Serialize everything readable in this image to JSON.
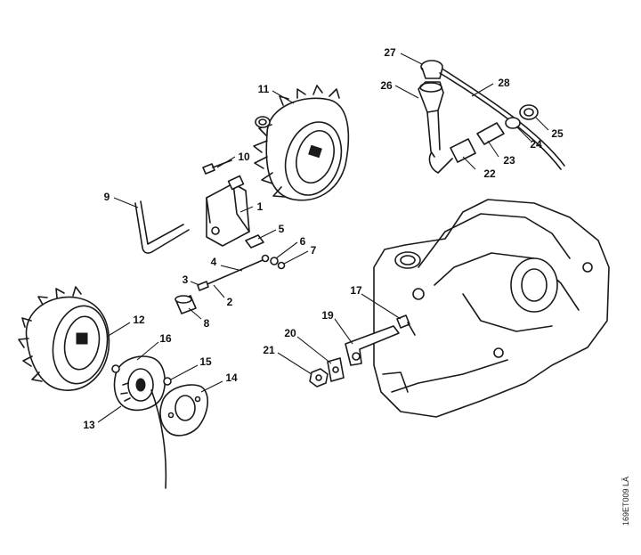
{
  "drawing": {
    "reference_code": "169ET009 LÄ"
  },
  "callouts": [
    {
      "id": "c1",
      "label": "1"
    },
    {
      "id": "c2",
      "label": "2"
    },
    {
      "id": "c3",
      "label": "3"
    },
    {
      "id": "c4",
      "label": "4"
    },
    {
      "id": "c5",
      "label": "5"
    },
    {
      "id": "c6",
      "label": "6"
    },
    {
      "id": "c7",
      "label": "7"
    },
    {
      "id": "c8",
      "label": "8"
    },
    {
      "id": "c9",
      "label": "9"
    },
    {
      "id": "c10",
      "label": "10"
    },
    {
      "id": "c11",
      "label": "11"
    },
    {
      "id": "c12",
      "label": "12"
    },
    {
      "id": "c13",
      "label": "13"
    },
    {
      "id": "c14",
      "label": "14"
    },
    {
      "id": "c15",
      "label": "15"
    },
    {
      "id": "c16",
      "label": "16"
    },
    {
      "id": "c17",
      "label": "17"
    },
    {
      "id": "c19",
      "label": "19"
    },
    {
      "id": "c20",
      "label": "20"
    },
    {
      "id": "c21",
      "label": "21"
    },
    {
      "id": "c22",
      "label": "22"
    },
    {
      "id": "c23",
      "label": "23"
    },
    {
      "id": "c24",
      "label": "24"
    },
    {
      "id": "c25",
      "label": "25"
    },
    {
      "id": "c26",
      "label": "26"
    },
    {
      "id": "c27",
      "label": "27"
    },
    {
      "id": "c28",
      "label": "28"
    }
  ]
}
